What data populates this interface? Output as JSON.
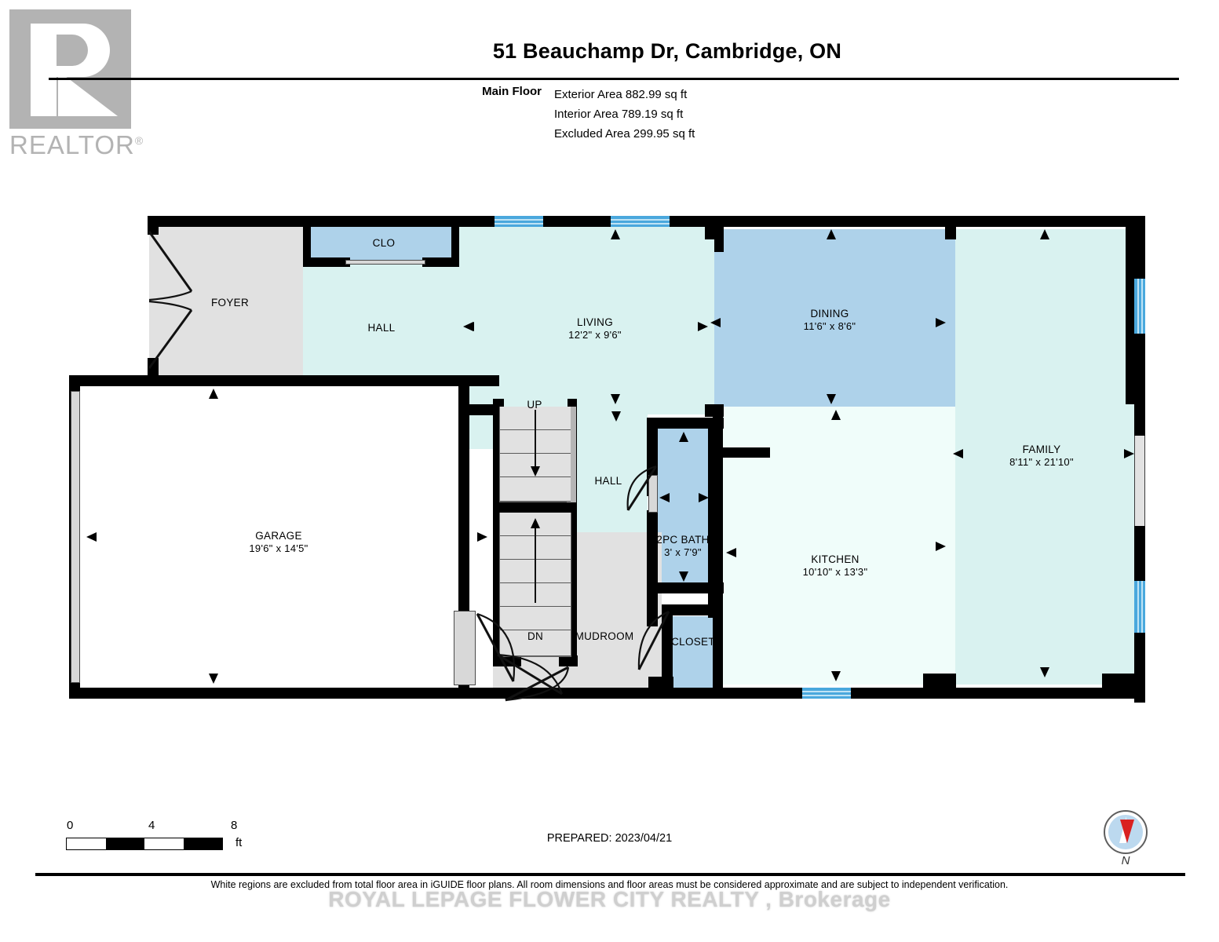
{
  "logo": {
    "text": "REALTOR",
    "registered": "®"
  },
  "header": {
    "title": "51 Beauchamp Dr, Cambridge, ON",
    "floor_label": "Main Floor",
    "areas": [
      "Exterior Area 882.99 sq ft",
      "Interior Area 789.19 sq ft",
      "Excluded Area 299.95 sq ft"
    ]
  },
  "plan": {
    "rooms": [
      {
        "name": "FOYER",
        "dim": "",
        "fill": "#e1e1e1"
      },
      {
        "name": "CLO",
        "dim": "",
        "fill": "#aed2ea"
      },
      {
        "name": "HALL",
        "dim": "",
        "fill": "#d9f2f0"
      },
      {
        "name": "LIVING",
        "dim": "12'2\" x 9'6\"",
        "fill": "#d9f2f0"
      },
      {
        "name": "DINING",
        "dim": "11'6\" x 8'6\"",
        "fill": "#aed2ea"
      },
      {
        "name": "FAMILY",
        "dim": "8'11\" x 21'10\"",
        "fill": "#d9f2f0"
      },
      {
        "name": "KITCHEN",
        "dim": "10'10\" x 13'3\"",
        "fill": "#f0fdfa"
      },
      {
        "name": "GARAGE",
        "dim": "19'6\" x 14'5\"",
        "fill": "#ffffff"
      },
      {
        "name": "HALL",
        "dim": "",
        "fill": "#d9f2f0"
      },
      {
        "name": "2PC BATH",
        "dim": "3' x 7'9\"",
        "fill": "#aed2ea"
      },
      {
        "name": "MUDROOM",
        "dim": "",
        "fill": "#e1e1e1"
      },
      {
        "name": "CLOSET",
        "dim": "",
        "fill": "#aed2ea"
      }
    ],
    "stair_up": "UP",
    "stair_dn": "DN"
  },
  "footer": {
    "scale": {
      "ticks": [
        "0",
        "4",
        "8"
      ],
      "unit": "ft"
    },
    "prepared": "PREPARED: 2023/04/21",
    "compass_n": "N",
    "disclaimer": "White regions are excluded from total floor area in iGUIDE floor plans. All room dimensions and floor areas must be considered approximate and are subject to independent verification.",
    "brokerage": "ROYAL LEPAGE FLOWER CITY REALTY , Brokerage"
  }
}
